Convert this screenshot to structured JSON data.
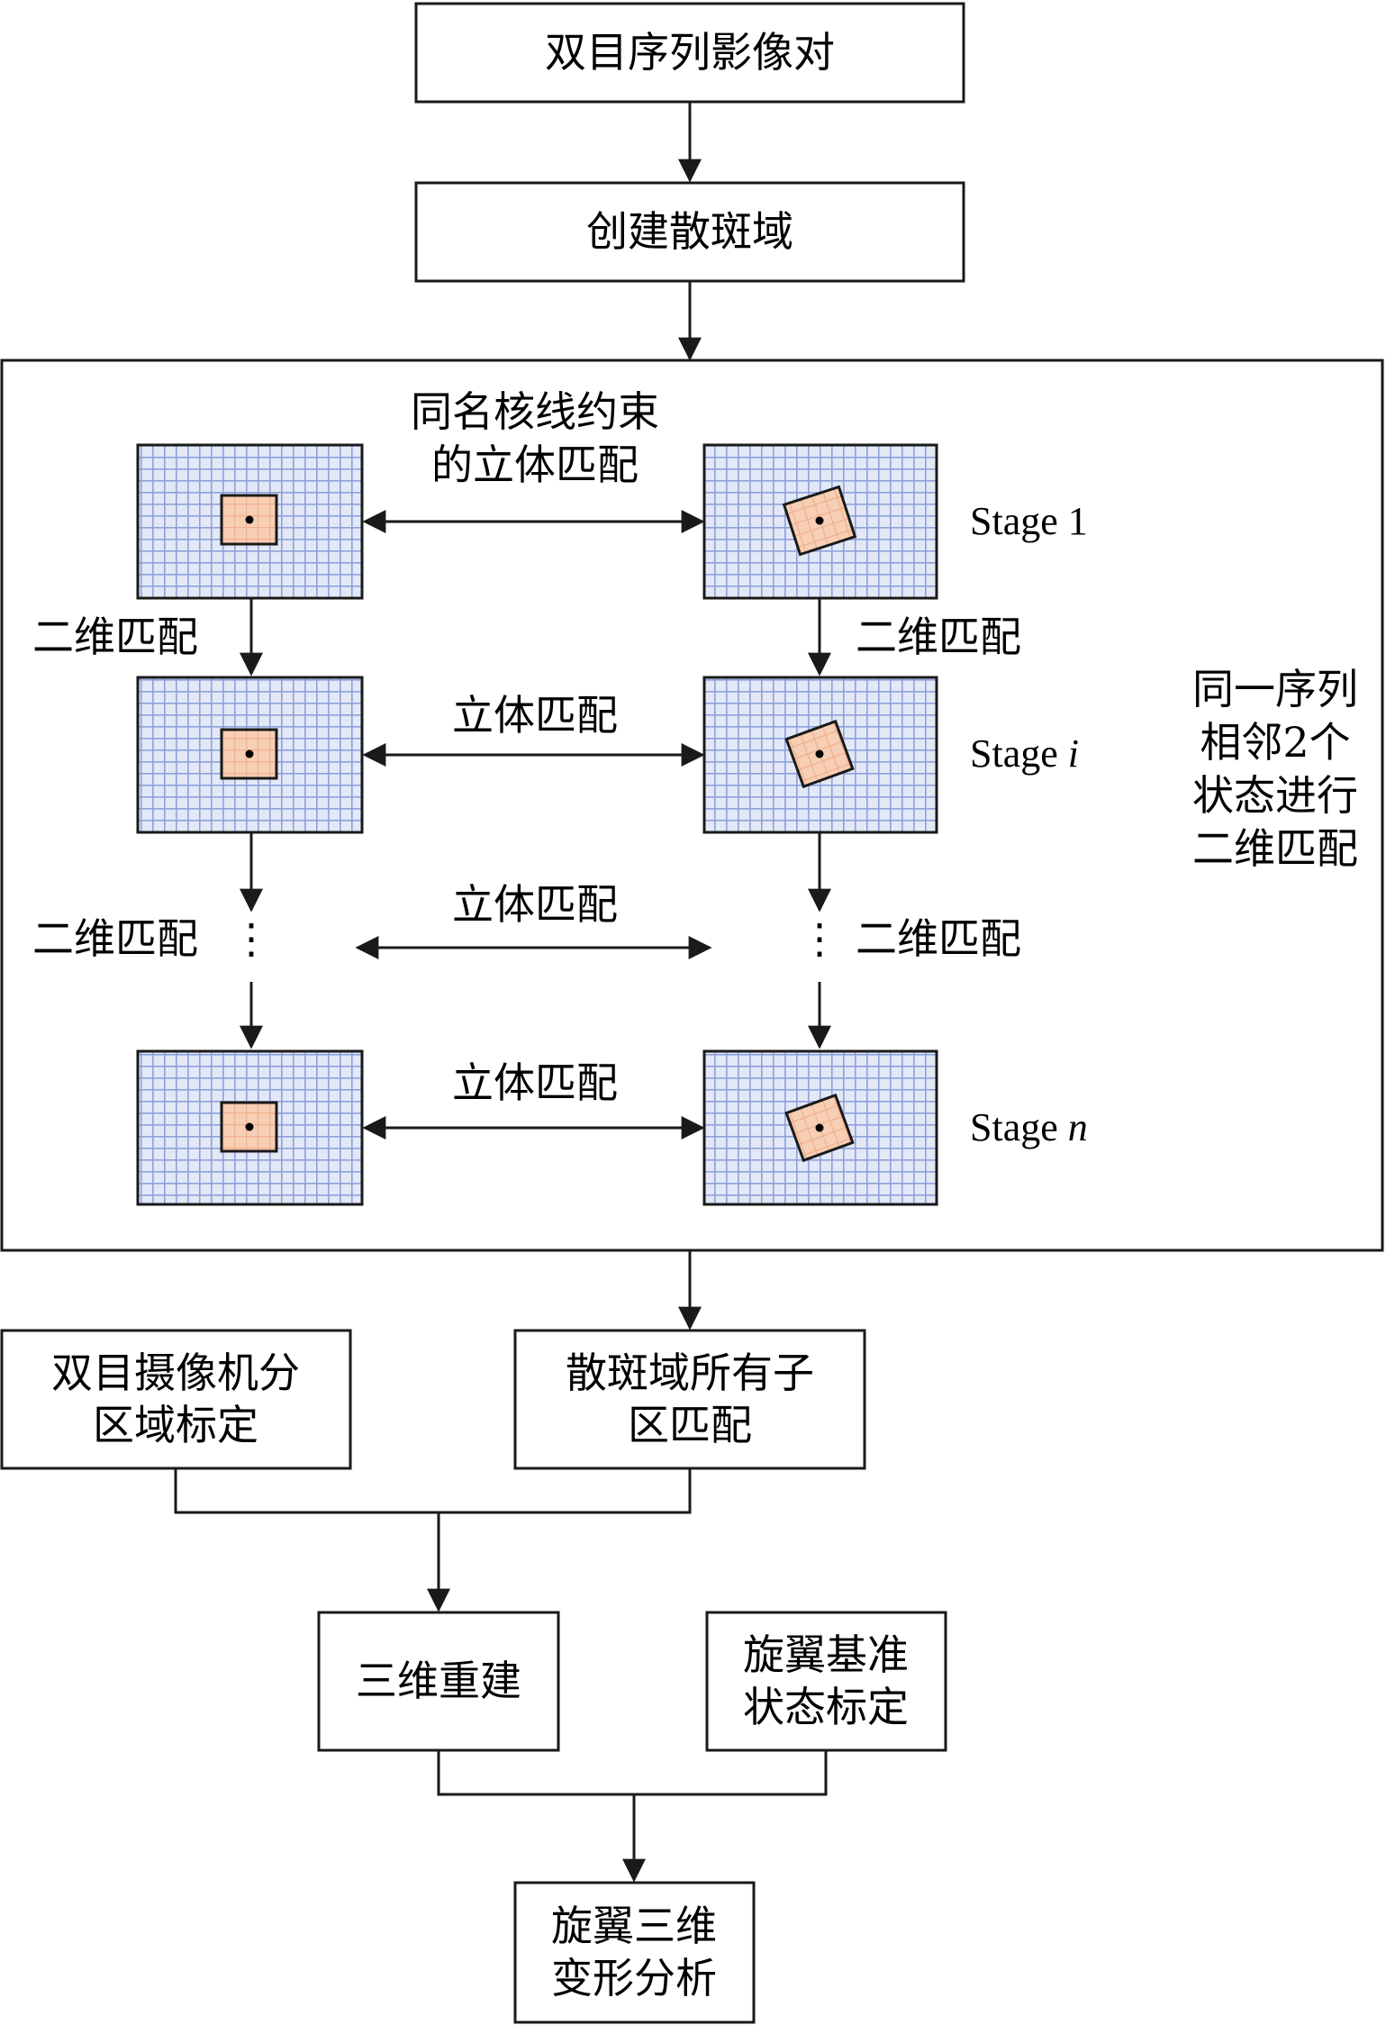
{
  "colors": {
    "grid_line": "#8fa1dc",
    "grid_bg": "#e3e8f6",
    "patch_fill": "#f7cfb5",
    "patch_line": "#f0b08e",
    "stroke": "#1a1a1a"
  },
  "flow": {
    "input": "双目序列影像对",
    "speckle": "创建散斑域",
    "calibration": [
      "双目摄像机分",
      "区域标定"
    ],
    "subregion": [
      "散斑域所有子",
      "区匹配"
    ],
    "reconstruction": "三维重建",
    "reference": [
      "旋翼基准",
      "状态标定"
    ],
    "analysis": [
      "旋翼三维",
      "变形分析"
    ]
  },
  "matching": {
    "epipolar": [
      "同名核线约束",
      "的立体匹配"
    ],
    "stereo_label": "立体匹配",
    "temporal_label": "二维匹配",
    "dots": "⋮",
    "sequence_note": [
      "同一序列",
      "相邻2个",
      "状态进行",
      "二维匹配"
    ],
    "stage_prefix": "Stage",
    "stages": [
      "1",
      "i",
      "n"
    ]
  }
}
